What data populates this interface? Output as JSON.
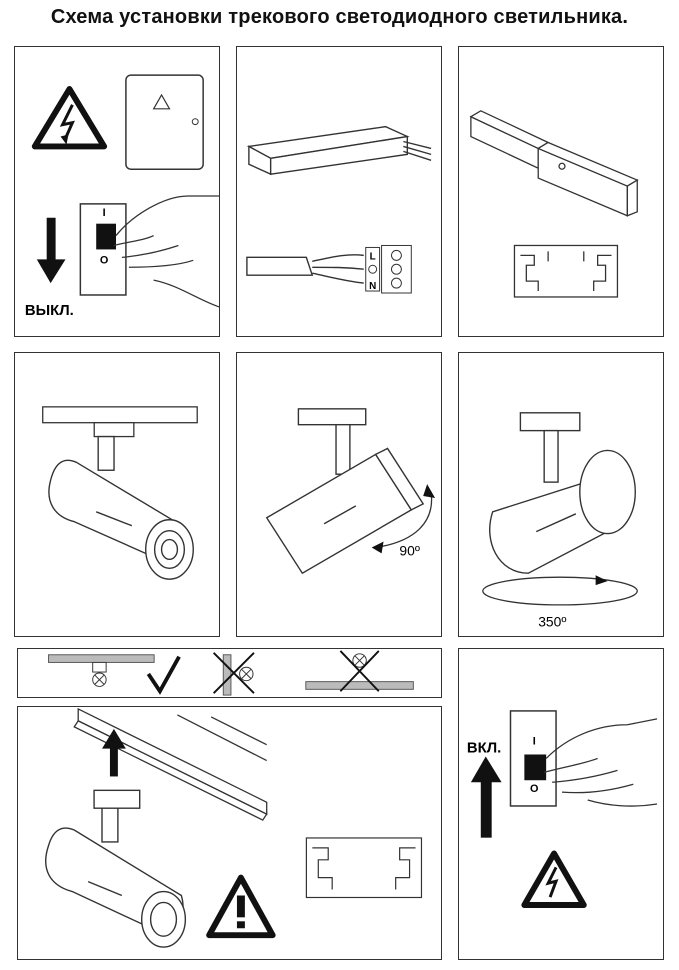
{
  "title": "Схема установки трекового светодиодного светильника.",
  "labels": {
    "off": "ВЫКЛ.",
    "on": "ВКЛ.",
    "angle_tilt": "90º",
    "angle_rotate": "350º",
    "switch_i": "I",
    "switch_o": "O",
    "terminal_l": "L",
    "terminal_n": "N"
  },
  "icons": [
    "warning-electric-icon",
    "warning-general-icon",
    "checkmark-icon",
    "cross-icon",
    "lamp-symbol-icon"
  ]
}
